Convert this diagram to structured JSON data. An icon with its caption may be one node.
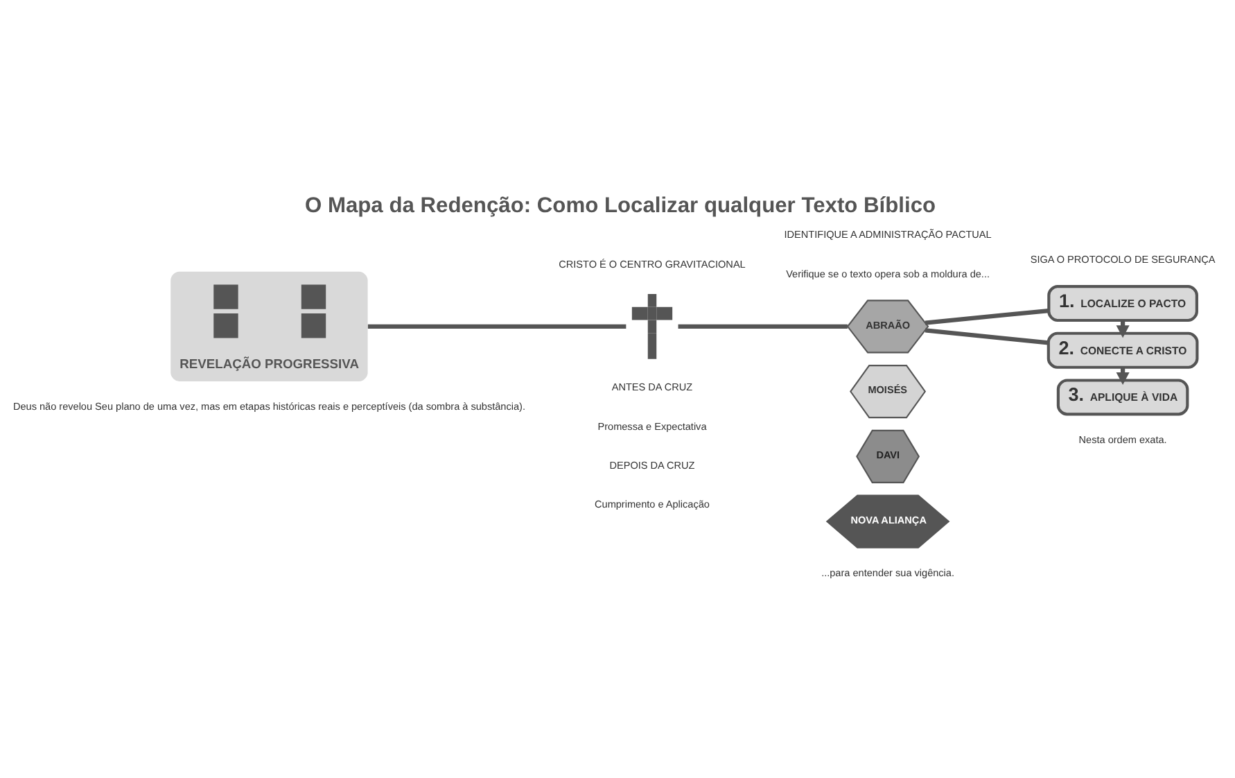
{
  "diagram": {
    "title": "O Mapa da Redenção: Como Localizar qualquer Texto Bíblico",
    "nodes": [
      {
        "text": [
          "REVELAÇÃO PROGRESSIVA"
        ],
        "beside": [
          "Deus não revelou Seu plano de uma vez, mas em etapas históricas reais e perceptíveis (da sombra à substância)."
        ]
      },
      {
        "text": [],
        "shape": "picture"
      },
      {
        "text": [
          "ABRAÃO"
        ]
      },
      {
        "text": [
          "MOISÉS"
        ]
      },
      {
        "text": [
          "DAVI"
        ]
      },
      {
        "text": [
          "NOVA ALIANÇA"
        ]
      },
      {
        "text": [
          "1.",
          "LOCALIZE O PACTO"
        ]
      },
      {
        "text": [
          "2.",
          "CONECTE A CRISTO"
        ]
      },
      {
        "text": [
          "3.",
          "APLIQUE À VIDA"
        ]
      }
    ],
    "edges": [
      {
        "from": 0,
        "to": 1,
        "arrow": "none"
      },
      {
        "from": 1,
        "to": 2,
        "arrow": "none"
      },
      {
        "from": 2,
        "to": 6,
        "arrow": "none"
      },
      {
        "from": 2,
        "to": 7,
        "arrow": "none"
      },
      {
        "from": 6,
        "to": 7,
        "arrow": "to"
      },
      {
        "from": 7,
        "to": 8,
        "arrow": "to"
      }
    ],
    "labels": [
      "CRISTO É O CENTRO GRAVITACIONAL",
      "IDENTIFIQUE A ADMINISTRAÇÃO PACTUAL",
      "SIGA O PROTOCOLO DE SEGURANÇA",
      "Verifique se o texto opera sob a moldura de...",
      "ANTES DA CRUZ",
      "Promessa e Expectativa",
      "DEPOIS DA CRUZ",
      "Cumprimento e Aplicação",
      "...para entender sua vigência.",
      "Nesta ordem exata."
    ]
  }
}
